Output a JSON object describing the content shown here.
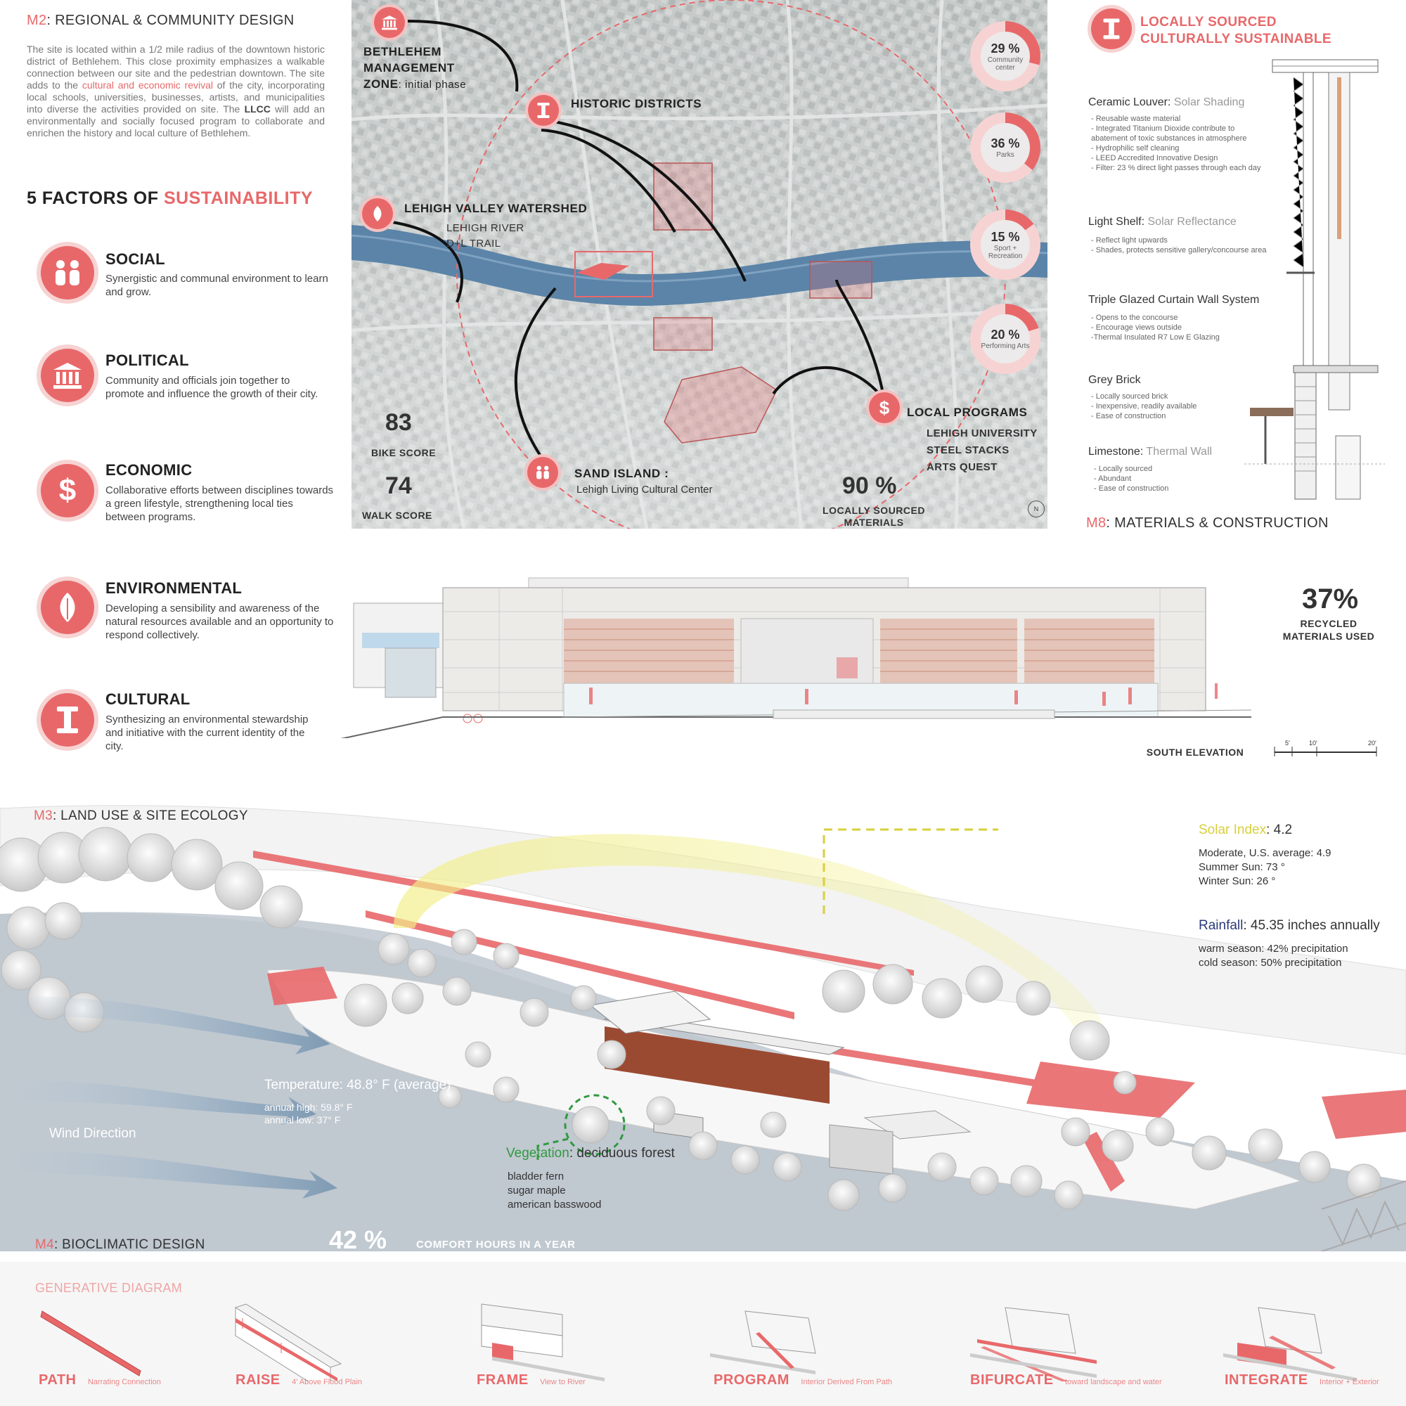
{
  "m2": {
    "code": "M2",
    "title": ": REGIONAL & COMMUNITY DESIGN",
    "intro_a": "The site is located within a 1/2 mile radius of the downtown historic district of Bethlehem. This close proximity emphasizes a walkable connection between our site and the pedestrian downtown. The site adds to the ",
    "intro_hl": "cultural and economic revival",
    "intro_b": " of the city, incorporating local schools, universities, businesses, artists, and municipalities into diverse the activities provided on site. The ",
    "intro_bold": "LLCC",
    "intro_c": " will add an environmentally and socially focused program to collaborate and  enrichen the history and local culture of Bethlehem."
  },
  "factors": {
    "title_a": "5 FACTORS OF ",
    "title_b": "SUSTAINABILITY",
    "items": [
      {
        "icon": "people-icon",
        "name": "SOCIAL",
        "desc": "Synergistic and communal environment to learn and grow."
      },
      {
        "icon": "building-icon",
        "name": "POLITICAL",
        "desc": "Community and officials join together to promote and influence the growth of their city."
      },
      {
        "icon": "dollar-icon",
        "name": "ECONOMIC",
        "desc": "Collaborative efforts between disciplines towards a green lifestyle, strengthening local ties between programs."
      },
      {
        "icon": "leaf-icon",
        "name": "ENVIRONMENTAL",
        "desc": "Developing a sensibility and awareness of the natural resources available and an opportunity to respond collectively."
      },
      {
        "icon": "column-icon",
        "name": "CULTURAL",
        "desc": "Synthesizing an environmental stewardship and initiative with the current identity of the city."
      }
    ]
  },
  "map": {
    "bethlehem_a": "BETHLEHEM",
    "bethlehem_b": "MANAGEMENT",
    "bethlehem_c": "ZONE",
    "bethlehem_d": ": initial phase",
    "historic": "HISTORIC DISTRICTS",
    "watershed": "LEHIGH VALLEY WATERSHED",
    "lehigh_river": "LEHIGH RIVER",
    "dl_trail": "D+L TRAIL",
    "local_programs": "LOCAL PROGRAMS",
    "lp_items": [
      "LEHIGH UNIVERSITY",
      "STEEL STACKS",
      "ARTS QUEST"
    ],
    "sand_island": "SAND ISLAND :",
    "sand_sub": "Lehigh Living Cultural Center",
    "bike_score": "83",
    "bike_label": "BIKE SCORE",
    "walk_score": "74",
    "walk_label": "WALK SCORE",
    "local_pct": "90 %",
    "local_label_a": "LOCALLY SOURCED",
    "local_label_b": "MATERIALS",
    "north": "N",
    "rings": [
      {
        "pct": "29 %",
        "label": "Community center",
        "value": 29
      },
      {
        "pct": "36 %",
        "label": "Parks",
        "value": 36
      },
      {
        "pct": "15 %",
        "label": "Sport + Recreation",
        "value": 15
      },
      {
        "pct": "20 %",
        "label": "Performing Arts",
        "value": 20
      }
    ]
  },
  "m8": {
    "header_a": "LOCALLY SOURCED",
    "header_b": "CULTURALLY SUSTAINABLE",
    "code": "M8",
    "title": ": MATERIALS & CONSTRUCTION",
    "items": [
      {
        "name": "Ceramic Louver:",
        "sub": " Solar Shading",
        "bullets": [
          "- Reusable waste material",
          "- Integrated Titanium Dioxide contribute to",
          "  abatement of toxic substances in atmosphere",
          "- Hydrophilic self cleaning",
          "- LEED Accredited Innovative Design",
          "- Filter: 23 % direct light passes through each day"
        ]
      },
      {
        "name": "Light Shelf:",
        "sub": " Solar Reflectance",
        "bullets": [
          "- Reflect light upwards",
          "- Shades, protects sensitive gallery/concourse area"
        ]
      },
      {
        "name": "Triple Glazed Curtain Wall System",
        "sub": "",
        "bullets": [
          "- Opens to the concourse",
          "- Encourage views outside",
          "-Thermal Insulated R7 Low E Glazing"
        ]
      },
      {
        "name": "Grey Brick",
        "sub": "",
        "bullets": [
          "- Locally sourced brick",
          "- Inexpensive, readily available",
          "- Ease of construction"
        ]
      },
      {
        "name": "Limestone:",
        "sub": " Thermal Wall",
        "bullets": [
          "- Locally sourced",
          "- Abundant",
          "- Ease of construction"
        ]
      }
    ]
  },
  "elevation": {
    "recycled_pct": "37%",
    "recycled_a": "RECYCLED",
    "recycled_b": "MATERIALS USED",
    "label": "SOUTH ELEVATION",
    "scale": [
      "5'",
      "10'",
      "20'"
    ]
  },
  "m3": {
    "code": "M3",
    "title": ": LAND USE & SITE ECOLOGY"
  },
  "climate": {
    "solar_label": "Solar Index",
    "solar_value": ": 4.2",
    "solar_lines": [
      "Moderate, U.S. average: 4.9",
      "Summer Sun: 73 °",
      "Winter Sun: 26 °"
    ],
    "rain_label": "Rainfall",
    "rain_value": ": 45.35 inches annually",
    "rain_lines": [
      "warm season: 42% precipitation",
      "cold season: 50% precipitation"
    ],
    "temp_label": "Temperature: 48.8° F (average)",
    "temp_lines": [
      "annual high: 59.8° F",
      "annual low: 37° F"
    ],
    "wind": "Wind Direction",
    "veg_label": "Vegetation",
    "veg_value": ": deciduous forest",
    "veg_lines": [
      "bladder fern",
      "sugar maple",
      "american basswood"
    ],
    "solar_color": "#d8cf3c",
    "rain_color": "#2b3a7a",
    "veg_color": "#2f9a3e"
  },
  "m4": {
    "code": "M4",
    "title": ": BIOCLIMATIC DESIGN",
    "comfort_pct": "42 %",
    "comfort_label": "COMFORT HOURS IN A YEAR"
  },
  "generative": {
    "title": "GENERATIVE DIAGRAM",
    "steps": [
      {
        "name": "PATH",
        "sub": "Narrating Connection"
      },
      {
        "name": "RAISE",
        "sub": "4' Above Flood Plain"
      },
      {
        "name": "FRAME",
        "sub": "View to River"
      },
      {
        "name": "PROGRAM",
        "sub": "Interior Derived From Path"
      },
      {
        "name": "BIFURCATE",
        "sub": "toward landscape and water"
      },
      {
        "name": "INTEGRATE",
        "sub": "Interior + Exterior"
      }
    ]
  },
  "colors": {
    "accent": "#e8686a",
    "accent_light": "#f6d3d2",
    "river": "#5b84a8"
  }
}
